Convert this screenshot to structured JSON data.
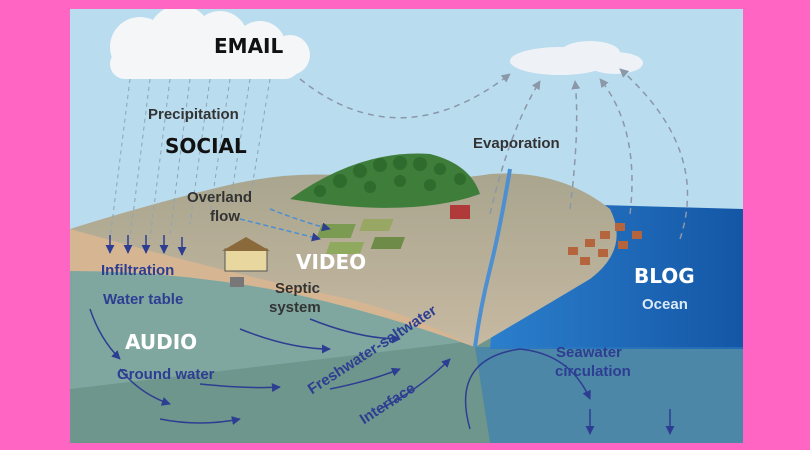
{
  "overlay_labels": {
    "email": "EMAIL",
    "social": "SOCIAL",
    "video": "VIDEO",
    "audio": "AUDIO",
    "blog": "BLOG"
  },
  "diagram_labels": {
    "precipitation": "Precipitation",
    "evaporation": "Evaporation",
    "overland_flow_1": "Overland",
    "overland_flow_2": "flow",
    "infiltration": "Infiltration",
    "water_table": "Water table",
    "septic_1": "Septic",
    "septic_2": "system",
    "ground_water": "Ground water",
    "freshwater_1": "Freshwater-saltwater",
    "freshwater_2": "Interface",
    "seawater_1": "Seawater",
    "seawater_2": "circulation",
    "ocean": "Ocean"
  },
  "colors": {
    "frame": "#ff66c4",
    "sky": "#b9dcef",
    "ocean": "#1f6fc0",
    "groundwater": "#7fa79f",
    "arrow_blue": "#2d3e92"
  }
}
